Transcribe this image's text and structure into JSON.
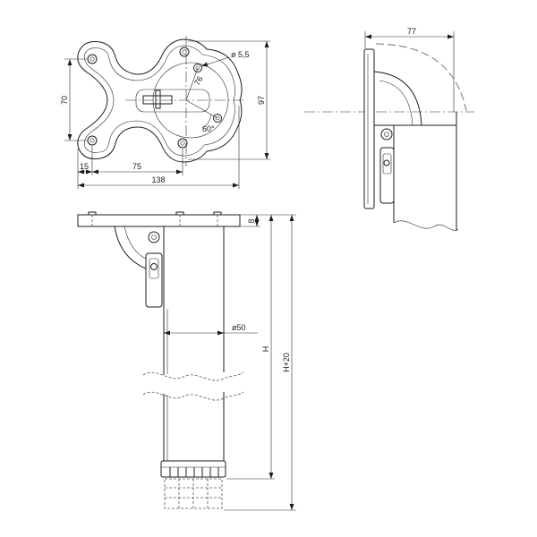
{
  "drawing": {
    "plan_view": {
      "hole_diameter": "ø 5,5",
      "hole_spacing_vertical": "70",
      "overall_height": "97",
      "pitch_label": "76",
      "angle": "60°",
      "edge_offset": "15",
      "hole_spacing_horizontal": "75",
      "overall_width": "138"
    },
    "side_view": {
      "depth": "77"
    },
    "elevation_view": {
      "plate_thickness": "8",
      "tube_diameter": "ø50",
      "height": "H",
      "total_height": "H+20"
    }
  },
  "colors": {
    "line": "#1c1c1c",
    "background": "#ffffff"
  }
}
